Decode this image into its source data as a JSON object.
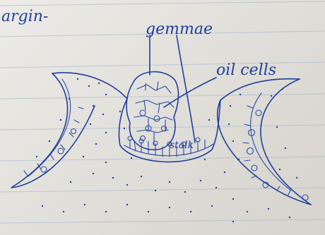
{
  "labels": {
    "margin": "argin-",
    "gemmae": "gemmae",
    "oil_cells": "oil cells",
    "stalk": "stalk"
  },
  "colors": {
    "ink": "#1f3f9a",
    "paper": "#e6e4df",
    "rule_lines": "#9db2c9"
  }
}
